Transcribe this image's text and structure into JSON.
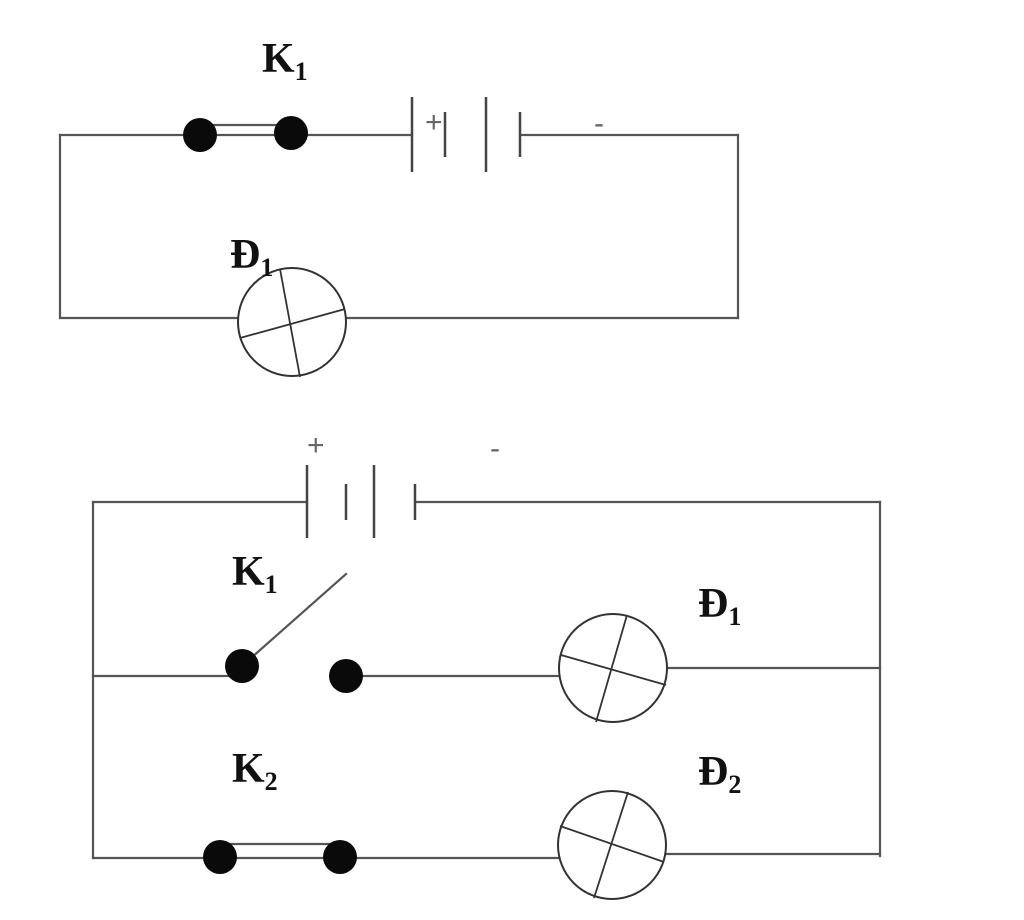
{
  "circuit_1": {
    "switch": {
      "name": "K",
      "index": "1",
      "state": "closed"
    },
    "battery": {
      "plus": "+",
      "minus": "-"
    },
    "lamp": {
      "name": "Đ",
      "index": "1"
    }
  },
  "circuit_2": {
    "battery": {
      "plus": "+",
      "minus": "-"
    },
    "switch_1": {
      "name": "K",
      "index": "1",
      "state": "open"
    },
    "switch_2": {
      "name": "K",
      "index": "2",
      "state": "closed"
    },
    "lamp_1": {
      "name": "Đ",
      "index": "1"
    },
    "lamp_2": {
      "name": "Đ",
      "index": "2"
    }
  }
}
